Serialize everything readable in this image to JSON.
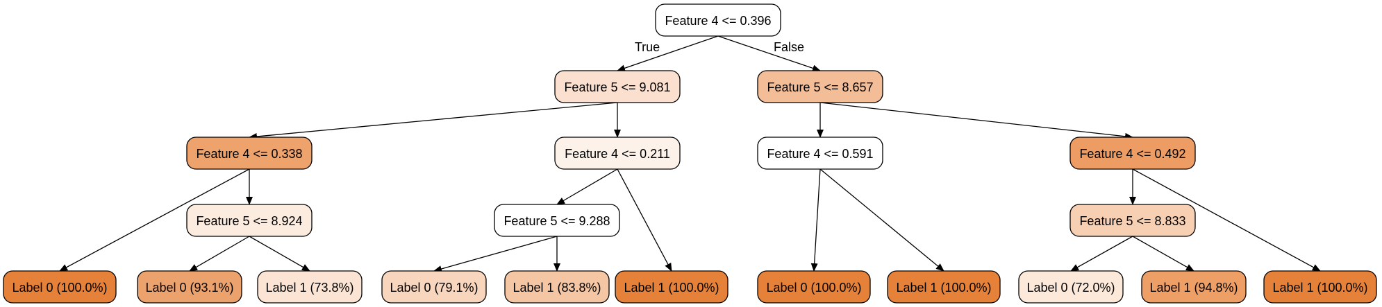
{
  "nodes": [
    {
      "id": "n0",
      "label": "Feature 4 <= 0.396",
      "fill": "#ffffff"
    },
    {
      "id": "n1",
      "label": "Feature 5 <= 9.081",
      "fill": "#fbe0cf"
    },
    {
      "id": "n2",
      "label": "Feature 5 <= 8.657",
      "fill": "#f3bd97"
    },
    {
      "id": "n3",
      "label": "Feature 4 <= 0.338",
      "fill": "#eea26c"
    },
    {
      "id": "n4",
      "label": "Feature 4 <= 0.211",
      "fill": "#fdf2ea"
    },
    {
      "id": "n5",
      "label": "Feature 4 <= 0.591",
      "fill": "#ffffff"
    },
    {
      "id": "n6",
      "label": "Feature 4 <= 0.492",
      "fill": "#ed9c64"
    },
    {
      "id": "n7",
      "label": "Label 0 (100.0%)",
      "fill": "#e58139"
    },
    {
      "id": "n8",
      "label": "Feature 5 <= 8.924",
      "fill": "#fcebdf"
    },
    {
      "id": "n9",
      "label": "Feature 5 <= 9.288",
      "fill": "#ffffff"
    },
    {
      "id": "n10",
      "label": "Label 1 (100.0%)",
      "fill": "#e58139"
    },
    {
      "id": "n11",
      "label": "Label 0 (100.0%)",
      "fill": "#e58139"
    },
    {
      "id": "n12",
      "label": "Label 1 (100.0%)",
      "fill": "#e58139"
    },
    {
      "id": "n13",
      "label": "Feature 5 <= 8.833",
      "fill": "#f7d0b4"
    },
    {
      "id": "n14",
      "label": "Label 1 (100.0%)",
      "fill": "#e58139"
    },
    {
      "id": "n15",
      "label": "Label 0 (93.1%)",
      "fill": "#eca26d"
    },
    {
      "id": "n16",
      "label": "Label 1 (73.8%)",
      "fill": "#fbe4d3"
    },
    {
      "id": "n17",
      "label": "Label 0 (79.1%)",
      "fill": "#f8d6bd"
    },
    {
      "id": "n18",
      "label": "Label 1 (83.8%)",
      "fill": "#f5c6a3"
    },
    {
      "id": "n19",
      "label": "Label 0 (72.0%)",
      "fill": "#fde9da"
    },
    {
      "id": "n20",
      "label": "Label 1 (94.8%)",
      "fill": "#ee9f66"
    }
  ],
  "edges": [
    {
      "from": "n0",
      "to": "n1",
      "label": "True"
    },
    {
      "from": "n0",
      "to": "n2",
      "label": "False"
    },
    {
      "from": "n1",
      "to": "n3",
      "label": ""
    },
    {
      "from": "n1",
      "to": "n4",
      "label": ""
    },
    {
      "from": "n2",
      "to": "n5",
      "label": ""
    },
    {
      "from": "n2",
      "to": "n6",
      "label": ""
    },
    {
      "from": "n3",
      "to": "n7",
      "label": ""
    },
    {
      "from": "n3",
      "to": "n8",
      "label": ""
    },
    {
      "from": "n4",
      "to": "n9",
      "label": ""
    },
    {
      "from": "n4",
      "to": "n10",
      "label": ""
    },
    {
      "from": "n5",
      "to": "n11",
      "label": ""
    },
    {
      "from": "n5",
      "to": "n12",
      "label": ""
    },
    {
      "from": "n6",
      "to": "n13",
      "label": ""
    },
    {
      "from": "n6",
      "to": "n14",
      "label": ""
    },
    {
      "from": "n8",
      "to": "n15",
      "label": ""
    },
    {
      "from": "n8",
      "to": "n16",
      "label": ""
    },
    {
      "from": "n9",
      "to": "n17",
      "label": ""
    },
    {
      "from": "n9",
      "to": "n18",
      "label": ""
    },
    {
      "from": "n13",
      "to": "n19",
      "label": ""
    },
    {
      "from": "n13",
      "to": "n20",
      "label": ""
    }
  ]
}
